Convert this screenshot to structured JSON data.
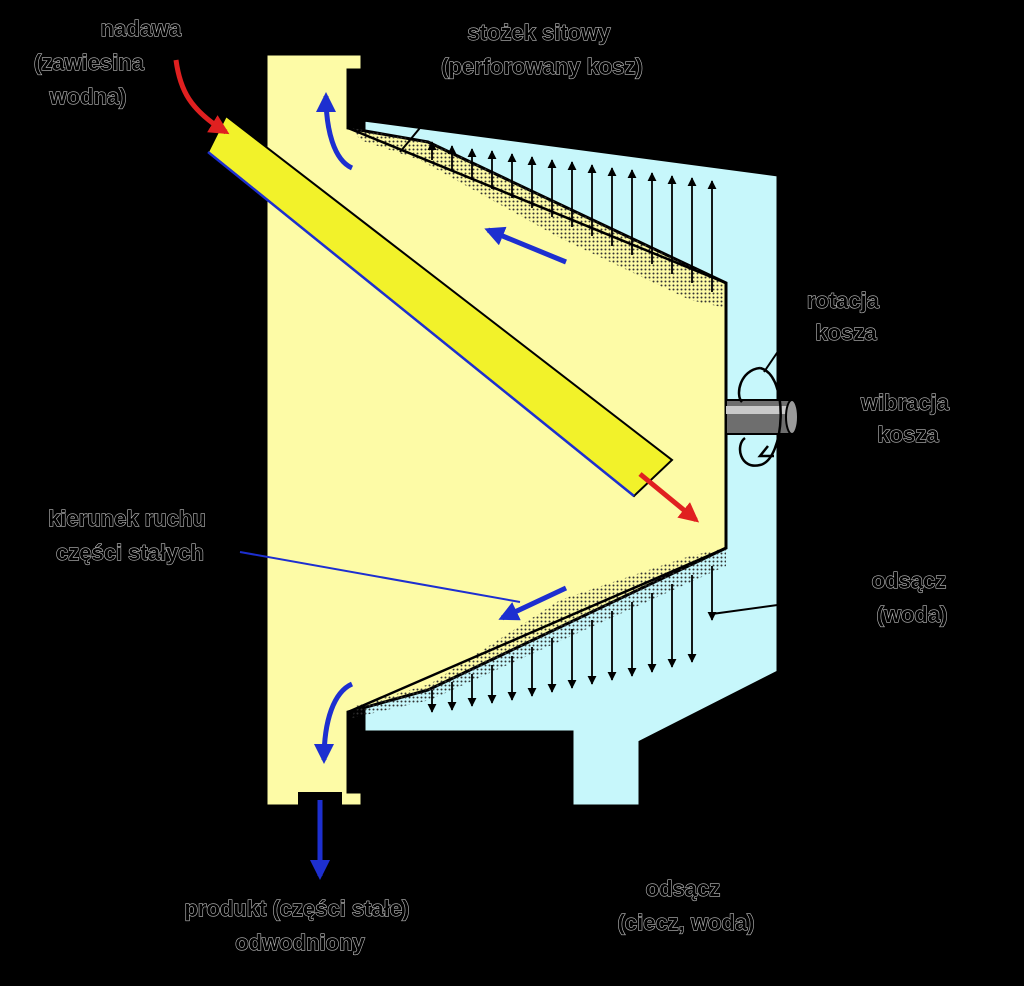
{
  "labels": {
    "feed": [
      "nadawa",
      "(zawiesina",
      "wodna)"
    ],
    "sieve_cone": [
      "stożek sitowy",
      "(perforowany kosz)"
    ],
    "rotation": [
      "rotacja",
      "kosza"
    ],
    "vibration": [
      "wibracja",
      "kosza"
    ],
    "solids_direction": [
      "kierunek ruchu",
      "części stałych"
    ],
    "filtrate_side": [
      "odsącz",
      "(woda)"
    ],
    "product": [
      "produkt (części stałe)",
      "odwodniony"
    ],
    "filtrate_out": [
      "odsącz",
      "(ciecz, woda)"
    ]
  },
  "colors": {
    "background": "#000000",
    "cone_fill": "#fdfba6",
    "housing_fill": "#c7f7fb",
    "feed_pipe": "#f2f22a",
    "feed_arrow": "#e02020",
    "solids_arrow": "#1d2fd0",
    "label_text": "#000000",
    "label_outline": "#bdbdbd"
  }
}
